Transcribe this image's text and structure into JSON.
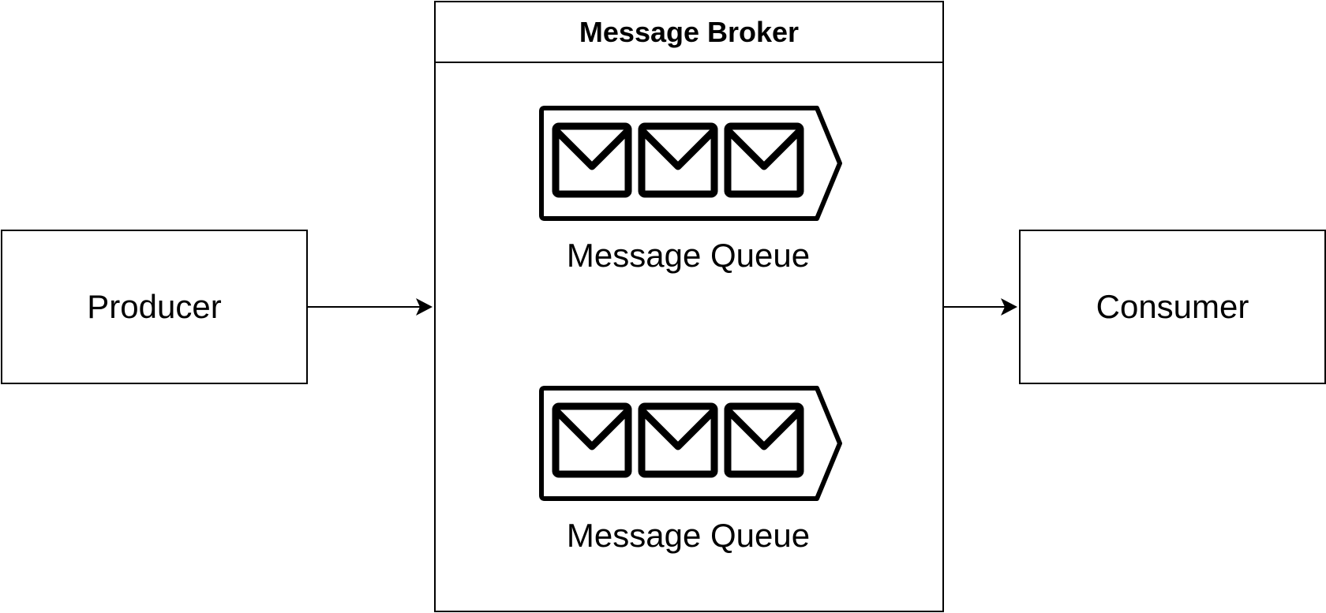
{
  "nodes": {
    "producer": {
      "label": "Producer"
    },
    "consumer": {
      "label": "Consumer"
    },
    "broker": {
      "title": "Message Broker",
      "queues": [
        {
          "label": "Message Queue",
          "message_icons": [
            "envelope-icon",
            "envelope-icon",
            "envelope-icon"
          ]
        },
        {
          "label": "Message Queue",
          "message_icons": [
            "envelope-icon",
            "envelope-icon",
            "envelope-icon"
          ]
        }
      ]
    }
  },
  "edges": [
    {
      "from": "Producer",
      "to": "Message Broker"
    },
    {
      "from": "Message Broker",
      "to": "Consumer"
    }
  ],
  "colors": {
    "stroke": "#000000",
    "fill": "#ffffff"
  }
}
